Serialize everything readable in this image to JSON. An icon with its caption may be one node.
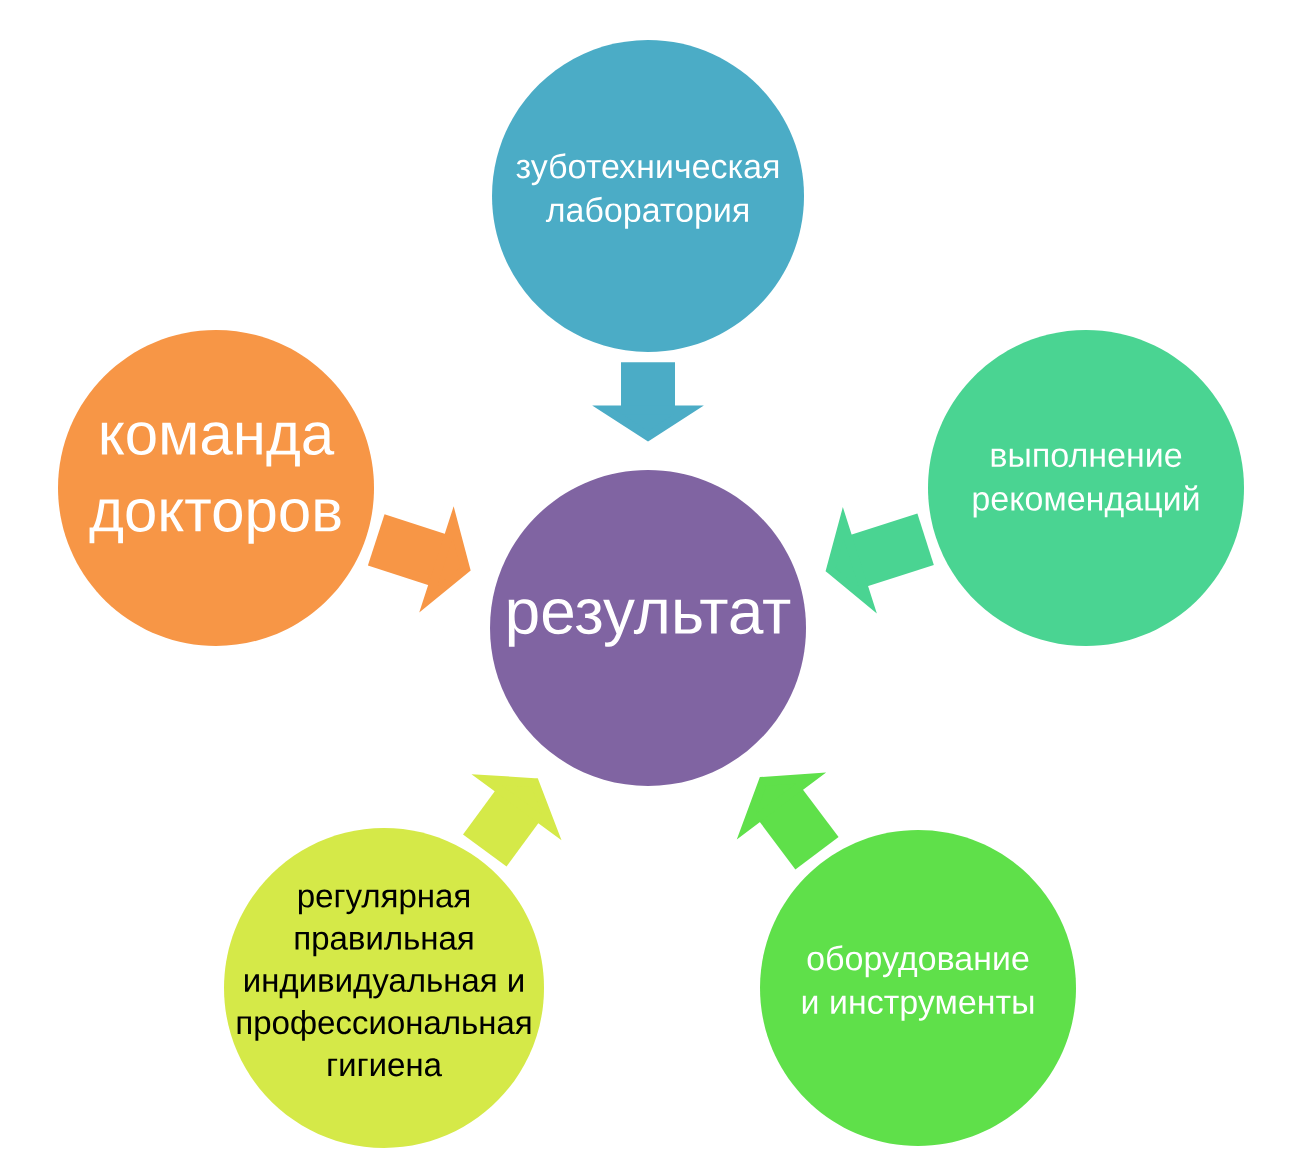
{
  "diagram": {
    "nodes": [
      {
        "text": [
          "зуботехническая лаборатория"
        ]
      },
      {
        "text": [
          "команда докторов"
        ]
      },
      {
        "text": [
          "выполнение рекомендаций"
        ]
      },
      {
        "text": [
          "результат"
        ]
      },
      {
        "text": [
          "регулярная правильная индивидуальная и профессиональная гигиена"
        ]
      },
      {
        "text": [
          "оборудование и инструменты"
        ]
      }
    ],
    "edges": [
      {
        "from": 0,
        "to": 3,
        "arrow": "to",
        "color": "#4bacc6"
      },
      {
        "from": 1,
        "to": 3,
        "arrow": "to",
        "color": "#f79646"
      },
      {
        "from": 2,
        "to": 3,
        "arrow": "to",
        "color": "#4ad492"
      },
      {
        "from": 4,
        "to": 3,
        "arrow": "to",
        "color": "#d5e948"
      },
      {
        "from": 5,
        "to": 3,
        "arrow": "to",
        "color": "#5fe04a"
      }
    ]
  }
}
